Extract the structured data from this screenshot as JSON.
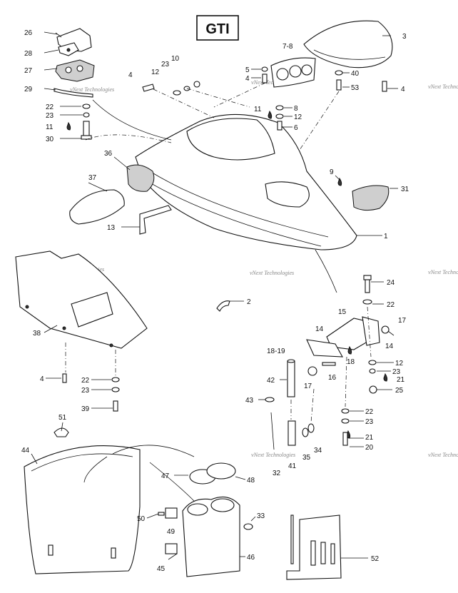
{
  "title": "GTI",
  "watermark": "vNext Technologies",
  "labels": {
    "l1": "1",
    "l2": "2",
    "l3": "3",
    "l4a": "4",
    "l4b": "4",
    "l4c": "4",
    "l4d": "4",
    "l6": "6",
    "l78": "7-8",
    "l8": "8",
    "l9": "9",
    "l10": "10",
    "l11a": "11",
    "l11b": "11",
    "l12a": "12",
    "l12b": "12",
    "l12c": "12",
    "l13": "13",
    "l14a": "14",
    "l14b": "14",
    "l15": "15",
    "l16": "16",
    "l17a": "17",
    "l17b": "17",
    "l18": "18",
    "l1819": "18-19",
    "l20": "20",
    "l21a": "21",
    "l21b": "21",
    "l22a": "22",
    "l22b": "22",
    "l22c": "22",
    "l22d": "22",
    "l23a": "23",
    "l23b": "23",
    "l23c": "23",
    "l23d": "23",
    "l23e": "23",
    "l24": "24",
    "l25": "25",
    "l26": "26",
    "l27": "27",
    "l28": "28",
    "l29": "29",
    "l30": "30",
    "l31": "31",
    "l32": "32",
    "l33": "33",
    "l34": "34",
    "l35": "35",
    "l36": "36",
    "l37": "37",
    "l38": "38",
    "l39": "39",
    "l40": "40",
    "l41": "41",
    "l42": "42",
    "l43": "43",
    "l44": "44",
    "l45": "45",
    "l46": "46",
    "l47": "47",
    "l48": "48",
    "l49": "49",
    "l50": "50",
    "l51": "51",
    "l52": "52",
    "l53": "53",
    "l5": "5"
  }
}
